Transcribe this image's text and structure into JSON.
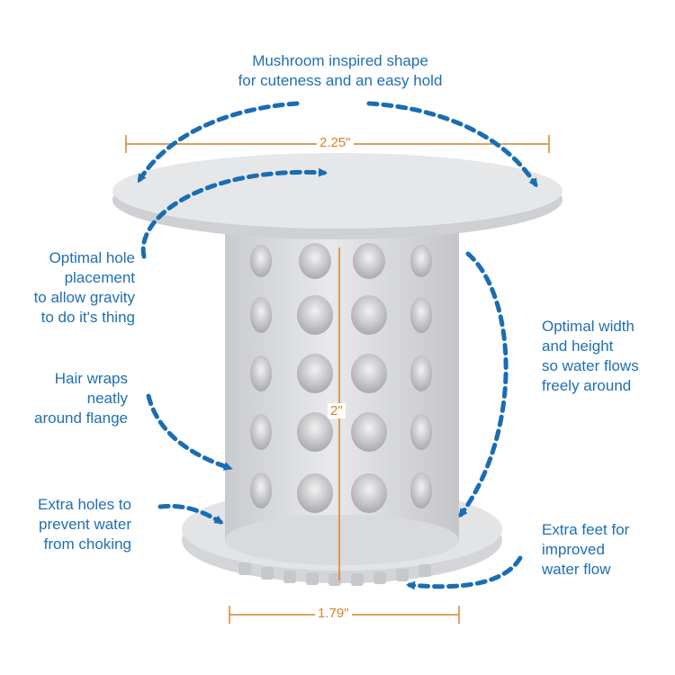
{
  "callouts": {
    "mushroom_line1": "Mushroom inspired shape",
    "mushroom_line2": "for cuteness and an easy hold",
    "hole_line1": "Optimal hole",
    "hole_line2": "placement",
    "hole_line3": "to allow gravity",
    "hole_line4": "to do it's thing",
    "hair_line1": "Hair wraps",
    "hair_line2": "neatly",
    "hair_line3": "around flange",
    "extra_holes_line1": "Extra holes to",
    "extra_holes_line2": "prevent water",
    "extra_holes_line3": "from choking",
    "width_line1": "Optimal width",
    "width_line2": "and height",
    "width_line3": "so water flows",
    "width_line4": "freely around",
    "feet_line1": "Extra feet for",
    "feet_line2": "improved",
    "feet_line3": "water flow"
  },
  "dimensions": {
    "top_width": "2.25\"",
    "height": "2\"",
    "base_width": "1.79\""
  },
  "colors": {
    "callout_text": "#1f6fb2",
    "arrow": "#1a6db3",
    "dimension": "#d9822b",
    "product": "#dcdde0"
  }
}
